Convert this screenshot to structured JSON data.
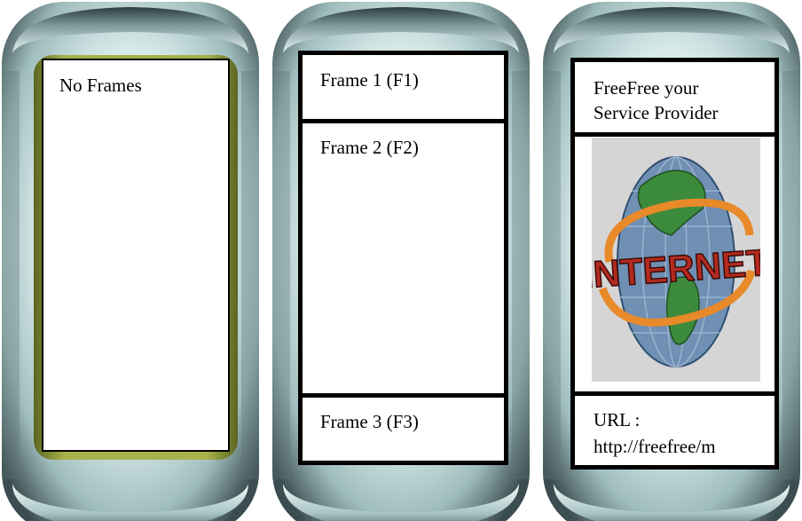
{
  "colors": {
    "body_light": "#f3fbfb",
    "body_mid": "#b8d4d4",
    "body_dark": "#3b4d50",
    "screen_bezel": "#9da845",
    "screen_bezel_dark": "#5c6520",
    "frame_border": "#000000",
    "screen_fill": "#ffffff",
    "logo_bg": "#d5d5d5",
    "globe": "#6f8fb3",
    "land": "#3c8b3c",
    "ring": "#e8892a",
    "logo_text": "#b32a1e"
  },
  "panels": [
    {
      "id": "no-frames",
      "labels": {
        "main": "No Frames"
      }
    },
    {
      "id": "three-frames",
      "labels": {
        "frame1": "Frame 1 (F1)",
        "frame2": "Frame 2 (F2)",
        "frame3": "Frame 3 (F3)"
      }
    },
    {
      "id": "example",
      "labels": {
        "header_line1": "FreeFree your",
        "header_line2": "Service Provider",
        "footer_line1": "URL :",
        "footer_line2": "http://freefree/m"
      },
      "logo": {
        "icon": "internet-globe-icon",
        "text": "INTERNET"
      }
    }
  ]
}
